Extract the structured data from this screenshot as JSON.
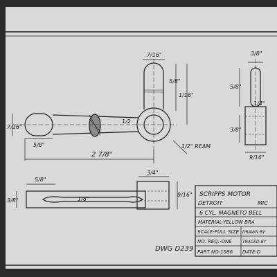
{
  "drawing": {
    "paper_color": "#d9d9d7",
    "line_color": "#1c1c1c",
    "dims": {
      "d_7_16_top": "7/16\"",
      "d_3_8_top_right": "3/8\"",
      "d_5_8_upper": "5/8\"",
      "d_5_8_right": "5/8\"",
      "d_1_16_upper": "1/16\"",
      "d_1_4_right": "1/4\"",
      "d_7_16_left": "7/16\"",
      "d_5_8_lower_left": "5/8\"",
      "d_12": "1/2",
      "d_3_8_right": "3/8\"",
      "ream_note": "1/2\" REAM",
      "d_2_7_8": "2 7/8\"",
      "d_9_16_right": "9/16\"",
      "d_5_8_bottom": "5/8\"",
      "d_3_4_bottom": "3/4\"",
      "d_3_8_bottom_left": "3/8\"",
      "d_1_8_bottom": "1/8\"",
      "d_9_16_bottom": "9/16\""
    },
    "title_block": {
      "line1": "SCRIPPS MOTOR",
      "line2a": "DETROIT",
      "line2b": "MIC",
      "line3": "6 CYL. MAGNETO BELL",
      "line4": "MATERIAL-YELLOW BRA",
      "line5a": "SCALE-FULL SIZE",
      "line5b": "DRAWN BY",
      "line6a": "NO. REQ.-ONE",
      "line6b": "TRACED BY",
      "line7a": "PART NO-1986",
      "line7b": "DATE-D"
    },
    "dwg_number": "DWG D239"
  }
}
